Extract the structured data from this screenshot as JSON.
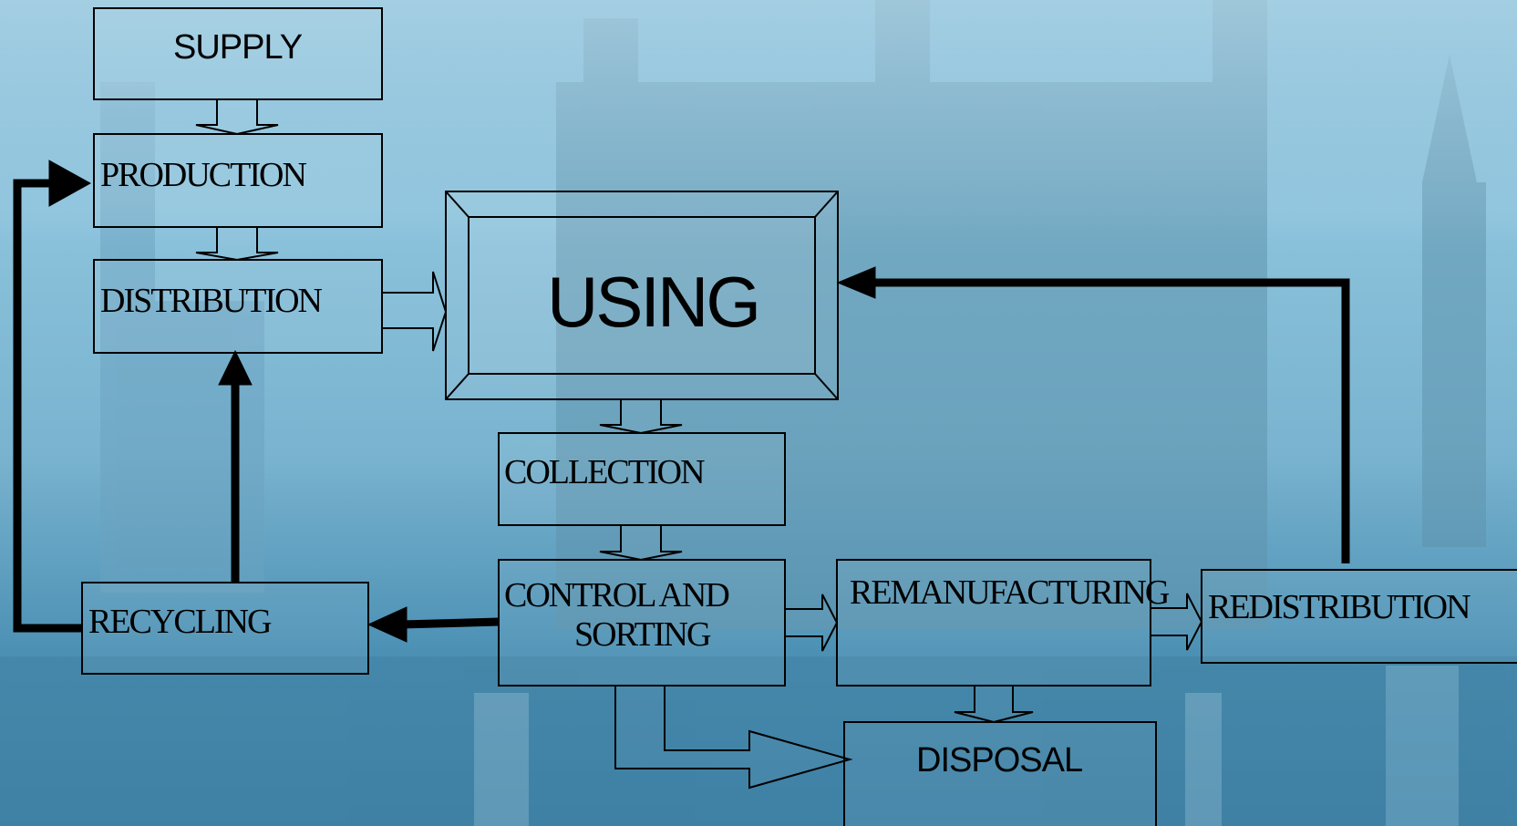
{
  "colors": {
    "sky": "#8cc3dc",
    "background_dark": "#3f84aa",
    "stroke": "#000000"
  },
  "nodes": {
    "supply": "SUPPLY",
    "production": "PRODUCTION",
    "distribution": "DISTRIBUTION",
    "using": "USING",
    "collection": "COLLECTION",
    "control_sorting_line1": "CONTROL AND",
    "control_sorting_line2": "SORTING",
    "recycling": "RECYCLING",
    "remanufacturing": "REMANUFACTURING",
    "redistribution": "REDISTRIBUTION",
    "disposal": "DISPOSAL"
  }
}
